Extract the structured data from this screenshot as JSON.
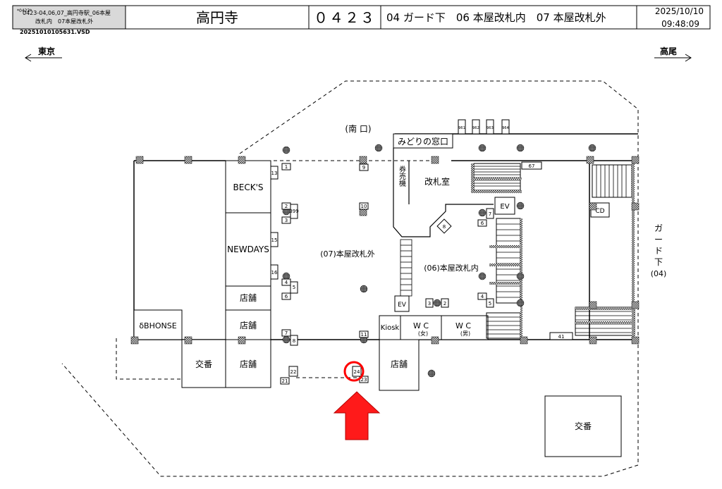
{
  "header": {
    "tiny_code": "*0423*",
    "file_title_line1": "0423-04,06,07_高円寺駅_06本屋",
    "file_title_line2": "改札内　07本屋改札外",
    "filename": "20251010105631.VSD",
    "station_name": "高円寺",
    "station_code": "０４２３",
    "areas": "04 ガード下　06 本屋改札内　07 本屋改札外",
    "date": "2025/10/10",
    "time": "09:48:09"
  },
  "directions": {
    "left": "東京",
    "right": "高尾"
  },
  "labels": {
    "south_exit": "(南 口)",
    "midori": "みどりの窓口",
    "ticket_machine": "券売機",
    "ticket_office": "改札室",
    "becks": "BECK'S",
    "newdays": "NEWDAYS",
    "shop": "店舗",
    "bhonse": "δBHONSE",
    "koban": "交番",
    "outside_gate": "(07)本屋改札外",
    "inside_gate": "(06)本屋改札内",
    "kiosk": "Kiosk",
    "wc_f": "W C",
    "wc_f_sub": "(女)",
    "wc_m": "W C",
    "wc_m_sub": "(男)",
    "ev": "EV",
    "cd": "CD",
    "guard_line1": "ガ",
    "guard_line2": "ー",
    "guard_line3": "ド",
    "guard_line4": "下",
    "guard_code": "(04)"
  },
  "markers": {
    "m1": "1",
    "m2": "2",
    "m3": "3",
    "m399": "399",
    "m4": "4",
    "m5": "5",
    "m6": "6",
    "m7": "7",
    "m8": "8",
    "m9": "9",
    "m10": "10",
    "m11": "11",
    "m13": "13",
    "m15": "15",
    "m16": "16",
    "m21": "21",
    "m22": "22",
    "m23": "23",
    "m24": "24",
    "m41": "41",
    "m67": "67",
    "m961": "961",
    "m962": "962",
    "m963": "963",
    "m964": "964",
    "r6": "6",
    "r7": "7",
    "r8": "8",
    "r4": "4",
    "r5": "5",
    "r3": "3",
    "r2": "2"
  },
  "colors": {
    "highlight": "#ff0000",
    "line": "#000000",
    "column": "#333333"
  }
}
